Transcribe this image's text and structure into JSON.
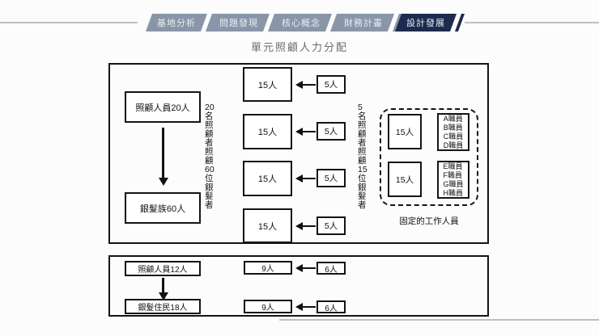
{
  "nav": {
    "tabs": [
      {
        "label": "基地分析",
        "active": false
      },
      {
        "label": "問題發現",
        "active": false
      },
      {
        "label": "核心概念",
        "active": false
      },
      {
        "label": "財務計畫",
        "active": false
      },
      {
        "label": "設計發展",
        "active": true
      }
    ],
    "inactive_color": "#8a96a8",
    "active_color": "#1e2b4e",
    "text_color": "#e9edf3"
  },
  "title": "單元照顧人力分配",
  "upper_section": {
    "caregiver_box": "照顧人員20人",
    "elder_box": "銀髮族60人",
    "left_note": "20\n名\n照\n顧\n者\n照\n顧\n60\n位\n銀\n髮\n者",
    "unit_rows": [
      {
        "residents": "15人",
        "caregivers": "5人"
      },
      {
        "residents": "15人",
        "caregivers": "5人"
      },
      {
        "residents": "15人",
        "caregivers": "5人"
      },
      {
        "residents": "15人",
        "caregivers": "5人"
      }
    ],
    "right_note": "5\n名\n照\n顧\n者\n照\n顧\n15\n位\n銀\n髮\n者",
    "fixed_staff": {
      "groups": [
        {
          "count": "15人",
          "members": "A職員\nB職員\nC職員\nD職員"
        },
        {
          "count": "15人",
          "members": "E職員\nF職員\nG職員\nH職員"
        }
      ],
      "caption": "固定的工作人員"
    }
  },
  "lower_section": {
    "caregiver_box": "照顧人員12人",
    "elder_box": "銀髮住民18人",
    "unit_rows": [
      {
        "residents": "9人",
        "caregivers": "6人"
      },
      {
        "residents": "9人",
        "caregivers": "6人"
      }
    ]
  },
  "colors": {
    "box_border": "#141414",
    "divider_line": "#bfbfbf",
    "title_text": "#6b6b6b"
  }
}
